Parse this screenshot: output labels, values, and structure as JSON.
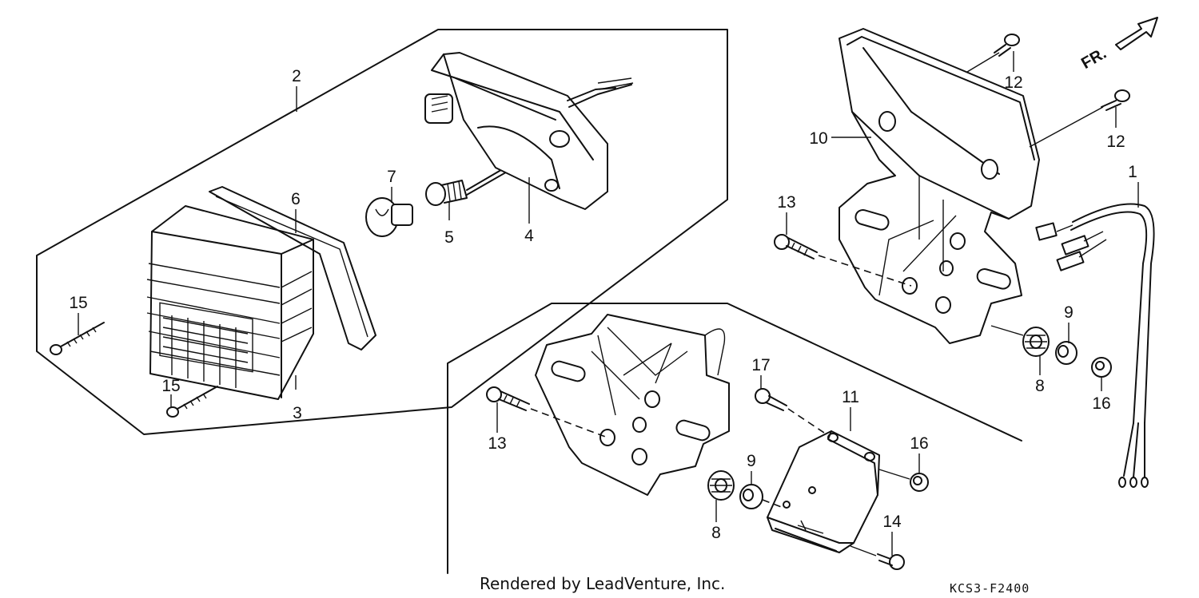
{
  "diagram": {
    "footer": {
      "credit": "Rendered by LeadVenture, Inc.",
      "code": "KCS3-F2400"
    },
    "direction_indicator": {
      "label": "FR."
    },
    "callouts": [
      "1",
      "2",
      "3",
      "4",
      "5",
      "6",
      "7",
      "8",
      "8",
      "9",
      "9",
      "10",
      "11",
      "12",
      "12",
      "13",
      "13",
      "14",
      "15",
      "15",
      "16",
      "16",
      "17"
    ]
  }
}
